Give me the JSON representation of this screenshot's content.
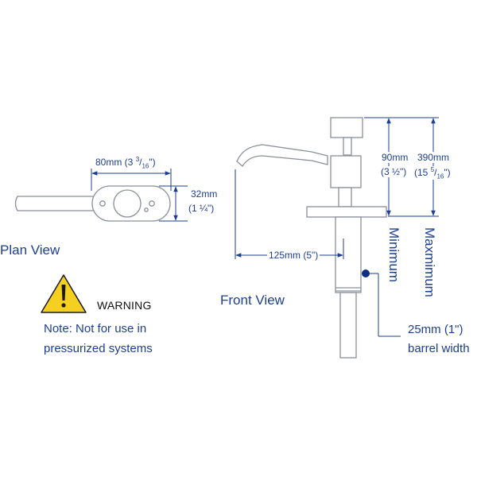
{
  "colors": {
    "dimension": "#1d3f8f",
    "outline": "#8a8f99",
    "warning_fill": "#f5d020",
    "marker": "#0f2f86"
  },
  "icons": [
    "warning-triangle-icon",
    "barrel-marker-icon"
  ],
  "plan_view": {
    "title": "Plan View",
    "width_dim": {
      "main": "80mm (3 ",
      "sup": "3",
      "sub": "16",
      "close": "\")"
    },
    "height_dim": {
      "line1": "32mm",
      "line2": "(1 ¼\")"
    }
  },
  "front_view": {
    "title": "Front View",
    "reach_dim": "125mm (5\")",
    "minimum_dim": {
      "line1": "90mm",
      "line2": "(3 ½\")"
    },
    "maximum_dim": {
      "line1": "390mm",
      "line2_main": "(15 ",
      "sup": "5",
      "sub": "16",
      "close": "\")"
    },
    "minimum_label": "Minimum",
    "maximum_label": "Maxmimum",
    "barrel": {
      "line1": "25mm (1\")",
      "line2": "barrel width"
    }
  },
  "warning": {
    "heading": "WARNING",
    "note_line1": "Note: Not for use in",
    "note_line2": "pressurized systems"
  }
}
